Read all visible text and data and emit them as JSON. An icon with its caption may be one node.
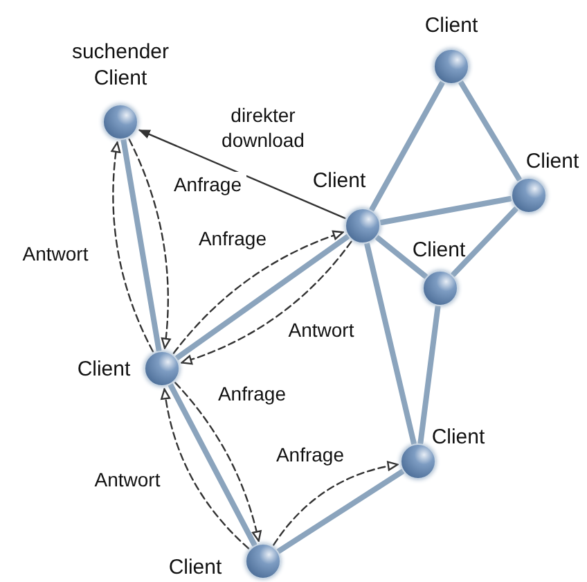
{
  "diagram": {
    "nodes": [
      {
        "text": [
          "suchender Client"
        ]
      },
      {
        "text": [
          "Client"
        ]
      },
      {
        "text": [
          "Client"
        ]
      },
      {
        "text": [
          "Client"
        ]
      },
      {
        "text": [
          "Client"
        ]
      },
      {
        "text": [
          "Client"
        ]
      },
      {
        "text": [
          "Client"
        ]
      },
      {
        "text": [
          "Client"
        ]
      }
    ],
    "edges": [
      {
        "from": 0,
        "to": 2,
        "arrow": "none"
      },
      {
        "from": 1,
        "to": 2,
        "arrow": "none"
      },
      {
        "from": 1,
        "to": 5,
        "arrow": "none"
      },
      {
        "from": 1,
        "to": 6,
        "arrow": "none"
      },
      {
        "from": 1,
        "to": 7,
        "arrow": "none"
      },
      {
        "from": 1,
        "to": 4,
        "arrow": "none"
      },
      {
        "from": 5,
        "to": 6,
        "arrow": "none"
      },
      {
        "from": 6,
        "to": 7,
        "arrow": "none"
      },
      {
        "from": 7,
        "to": 4,
        "arrow": "none"
      },
      {
        "from": 2,
        "to": 3,
        "arrow": "none"
      },
      {
        "from": 3,
        "to": 4,
        "arrow": "none"
      },
      {
        "from": 1,
        "to": 0,
        "arrow": "to",
        "label": "direkter download",
        "color": "#333333"
      },
      {
        "from": 0,
        "to": 2,
        "arrow": "to",
        "label": "Anfrage",
        "style": "dashed",
        "color": "#333333"
      },
      {
        "from": 2,
        "to": 0,
        "arrow": "to",
        "label": "Antwort",
        "style": "dashed",
        "color": "#333333"
      },
      {
        "from": 2,
        "to": 1,
        "arrow": "to",
        "label": "Anfrage",
        "style": "dashed",
        "color": "#333333"
      },
      {
        "from": 1,
        "to": 2,
        "arrow": "to",
        "label": "Antwort",
        "style": "dashed",
        "color": "#333333"
      },
      {
        "from": 2,
        "to": 3,
        "arrow": "to",
        "label": "Anfrage",
        "style": "dashed",
        "color": "#333333"
      },
      {
        "from": 3,
        "to": 2,
        "arrow": "to",
        "label": "Antwort",
        "style": "dashed",
        "color": "#333333"
      },
      {
        "from": 3,
        "to": 4,
        "arrow": "to",
        "label": "Anfrage",
        "style": "dashed",
        "color": "#333333"
      }
    ]
  }
}
